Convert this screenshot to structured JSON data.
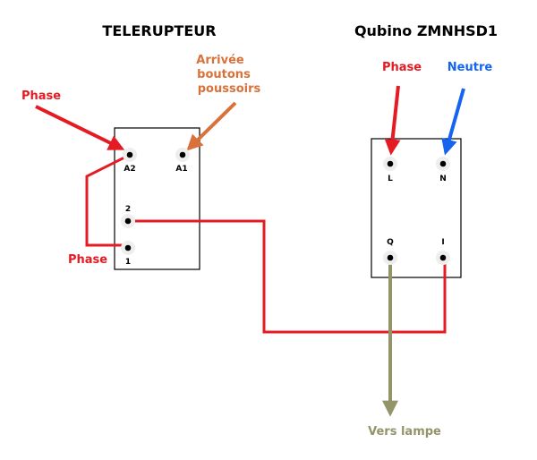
{
  "titles": {
    "telerupteur": "TELERUPTEUR",
    "qubino": "Qubino ZMNHSD1"
  },
  "labels": {
    "phase_left_top": "Phase",
    "phase_left_bottom": "Phase",
    "arrivee_line1": "Arrivée",
    "arrivee_line2": "boutons",
    "arrivee_line3": "poussoirs",
    "phase_right": "Phase",
    "neutre": "Neutre",
    "vers_lampe": "Vers lampe"
  },
  "terminals": {
    "telerupteur": {
      "a2": "A2",
      "a1": "A1",
      "t2": "2",
      "t1": "1"
    },
    "qubino": {
      "l": "L",
      "n": "N",
      "q": "Q",
      "i": "I"
    }
  },
  "colors": {
    "phase": "#e41b23",
    "neutre": "#1564f0",
    "arrivee": "#d9723a",
    "lampe": "#94946a",
    "box": "#000000"
  }
}
